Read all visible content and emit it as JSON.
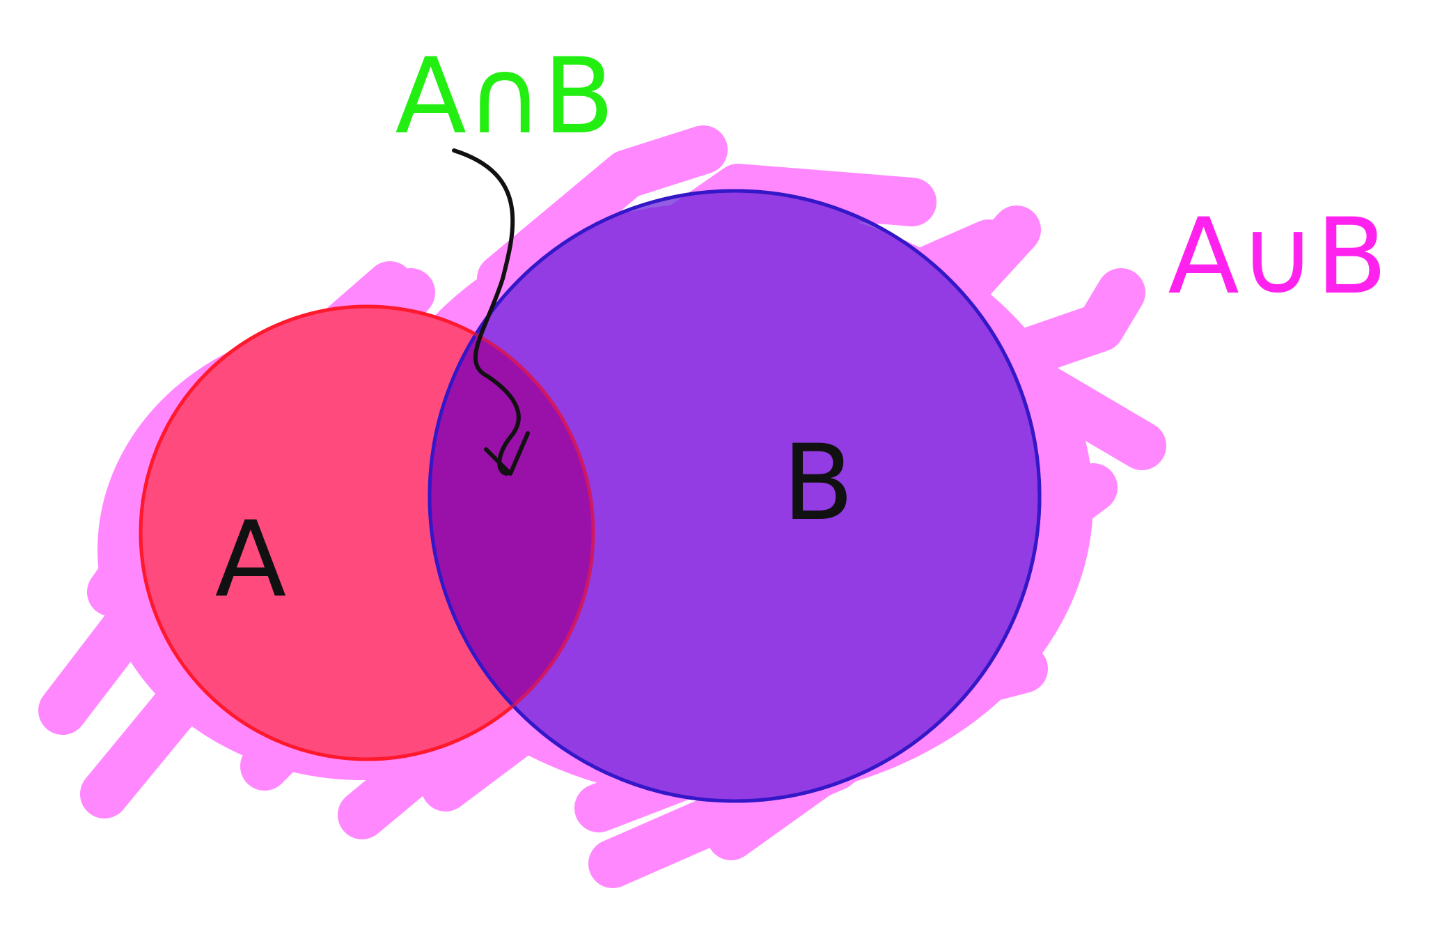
{
  "labels": {
    "set_a": "A",
    "set_b": "B",
    "intersection": "A∩B",
    "union": "A∪B"
  },
  "colors": {
    "background": "#ffffff",
    "union_scribble": "#ff88ff",
    "circle_a_fill": "#ff4a7e",
    "circle_a_stroke": "#ff1a2e",
    "circle_b_fill": "#6a1fd8",
    "circle_b_stroke": "#3418c8",
    "overlap_shade": "#9a0fa8",
    "intersection_label": "#22ee11",
    "union_label": "#ff22ee",
    "ink": "#111111"
  }
}
